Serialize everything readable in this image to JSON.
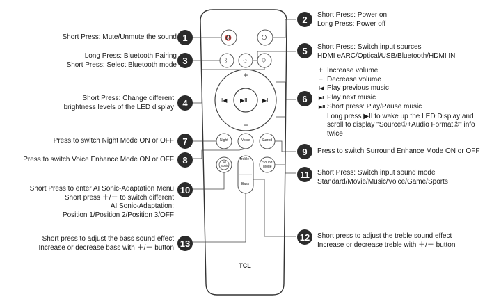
{
  "remote": {
    "play_pause_symbol": "▶II",
    "prev_symbol": "I◀",
    "next_symbol": "▶I",
    "plus_symbol": "+",
    "minus_symbol": "−",
    "btn_night": "Night",
    "btn_voice": "Voice",
    "btn_surround": "Surrnd",
    "btn_ai": "AI\nSonic",
    "btn_treble": "Treble",
    "btn_bass": "Bass",
    "btn_sound_mode": "Sound\nMode",
    "brand": "TCL"
  },
  "callouts": [
    {
      "num": "1",
      "lines": [
        "Short Press: Mute/Unmute the sound"
      ]
    },
    {
      "num": "2",
      "lines": [
        "Short Press: Power on",
        "Long Press: Power off"
      ]
    },
    {
      "num": "3",
      "lines": [
        "Long Press: Bluetooth Pairing",
        "Short Press: Select Bluetooth mode"
      ]
    },
    {
      "num": "4",
      "lines": [
        "Short Press: Change different",
        "brightness levels of the LED display"
      ]
    },
    {
      "num": "5",
      "lines": [
        "Short Press: Switch input sources",
        "HDMI eARC/Optical/USB/Bluetooth/HDMI IN"
      ]
    },
    {
      "num": "6",
      "lines": [
        "Increase volume",
        "Decrease volume",
        "Play previous music",
        "Play next music",
        "Short press: Play/Pause music",
        "Long press ▶II to wake up the LED Display and",
        "scroll to display \"Source①+Audio Format②\" info",
        "twice"
      ]
    },
    {
      "num": "7",
      "lines": [
        "Press to switch Night Mode ON or OFF"
      ]
    },
    {
      "num": "8",
      "lines": [
        "Press to switch Voice Enhance Mode ON or OFF"
      ]
    },
    {
      "num": "9",
      "lines": [
        "Press to switch Surround Enhance Mode ON or OFF"
      ]
    },
    {
      "num": "10",
      "lines": [
        "Short Press to enter AI Sonic-Adaptation Menu",
        "Short press ＋/－ to switch different",
        "AI Sonic-Adaptation:",
        "Position 1/Position 2/Position 3/OFF"
      ]
    },
    {
      "num": "11",
      "lines": [
        "Short Press: Switch input sound mode",
        "Standard/Movie/Music/Voice/Game/Sports"
      ]
    },
    {
      "num": "12",
      "lines": [
        "Short press to adjust the treble sound effect",
        "Increase or decrease treble with ＋/－ button"
      ]
    },
    {
      "num": "13",
      "lines": [
        "Short press to adjust the bass sound effect",
        "Increase or decrease bass with ＋/－ button"
      ]
    }
  ]
}
